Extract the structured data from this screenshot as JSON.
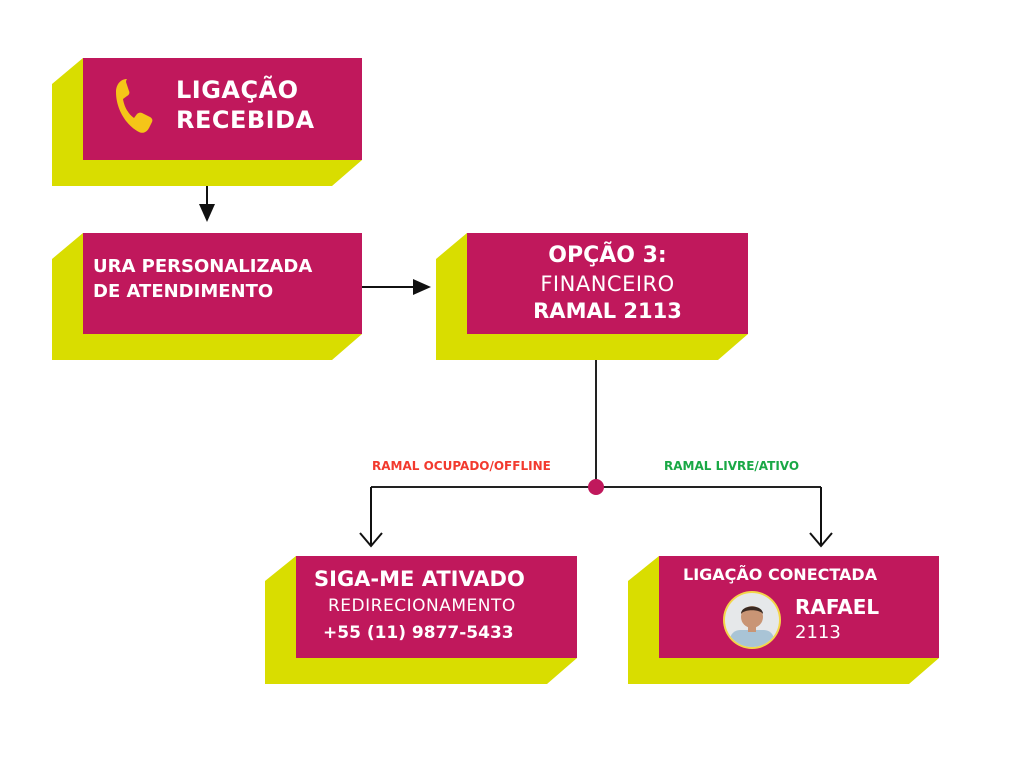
{
  "colors": {
    "box_fill": "#c0185c",
    "box_shadow": "#d9dd00",
    "busy_label": "#f23a2e",
    "free_label": "#19a845",
    "phone_icon": "#f5c518",
    "connector": "#111111",
    "branch_dot": "#c0185c"
  },
  "nodes": {
    "call_received": {
      "icon": "phone-icon",
      "line1": "LIGAÇÃO",
      "line2": "RECEBIDA"
    },
    "ura": {
      "line1": "URA PERSONALIZADA",
      "line2": "DE ATENDIMENTO"
    },
    "option3": {
      "line1": "OPÇÃO 3:",
      "line2": "FINANCEIRO",
      "line3": "RAMAL 2113"
    },
    "follow_me": {
      "line1": "SIGA-ME ATIVADO",
      "line2": "REDIRECIONAMENTO",
      "line3": "+55 (11) 9877-5433"
    },
    "connected": {
      "title": "LIGAÇÃO CONECTADA",
      "avatar": "person-avatar",
      "name": "RAFAEL",
      "extension": "2113"
    }
  },
  "branches": {
    "busy": "RAMAL OCUPADO/OFFLINE",
    "free": "RAMAL LIVRE/ATIVO"
  }
}
